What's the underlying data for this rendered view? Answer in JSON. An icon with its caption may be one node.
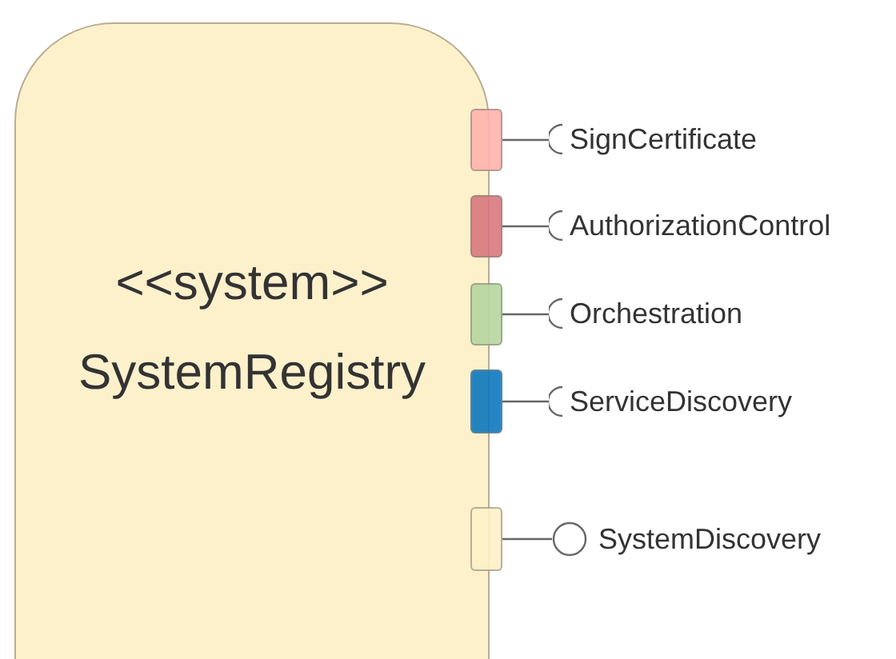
{
  "diagram": {
    "nodes": [
      {
        "text": [
          "<<system>>",
          "SystemRegistry"
        ]
      },
      {
        "text": [],
        "shape": "box"
      },
      {
        "text": [],
        "shape": "box"
      },
      {
        "text": [],
        "shape": "box"
      },
      {
        "text": [],
        "shape": "box"
      },
      {
        "text": [],
        "shape": "box"
      },
      {
        "text": [],
        "shape": "socket",
        "beside": [
          "SignCertificate"
        ]
      },
      {
        "text": [],
        "shape": "socket",
        "beside": [
          "AuthorizationControl"
        ]
      },
      {
        "text": [],
        "shape": "socket",
        "beside": [
          "Orchestration"
        ]
      },
      {
        "text": [],
        "shape": "socket",
        "beside": [
          "ServiceDiscovery"
        ]
      },
      {
        "text": [],
        "shape": "circle",
        "beside": [
          "SystemDiscovery"
        ]
      }
    ],
    "edges": [
      {
        "from": 1,
        "to": 6,
        "arrow": "none"
      },
      {
        "from": 2,
        "to": 7,
        "arrow": "none"
      },
      {
        "from": 3,
        "to": 8,
        "arrow": "none"
      },
      {
        "from": 4,
        "to": 9,
        "arrow": "none"
      },
      {
        "from": 5,
        "to": 10,
        "arrow": "none"
      }
    ]
  }
}
